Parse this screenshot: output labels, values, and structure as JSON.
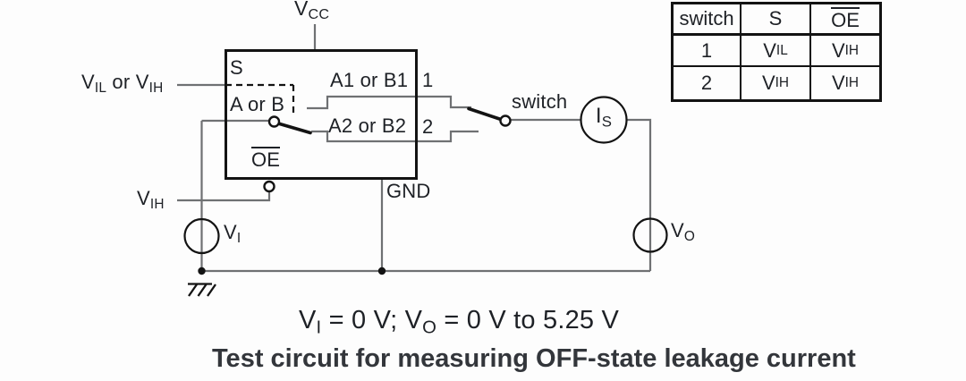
{
  "schematic": {
    "vcc": {
      "base": "V",
      "sub": "CC"
    },
    "s_pin": "S",
    "a_or_b": "A or B",
    "pin1_name": "A1 or B1",
    "pin1_number": "1",
    "pin2_name": "A2 or B2",
    "pin2_number": "2",
    "oe_pin": "OE",
    "gnd_pin": "GND",
    "vil_or_vih": {
      "v1": "V",
      "sub1": "IL",
      "mid": " or V",
      "sub2": "IH"
    },
    "vih": {
      "base": "V",
      "sub": "IH"
    },
    "switch_label": "switch",
    "is_source": {
      "base": "I",
      "sub": "S"
    },
    "vi_source": {
      "base": "V",
      "sub": "I"
    },
    "vo_source": {
      "base": "V",
      "sub": "O"
    }
  },
  "table": {
    "header": {
      "switch": "switch",
      "s": "S",
      "oe": "OE"
    },
    "rows": [
      {
        "num": "1",
        "s_base": "V",
        "s_sub": "IL",
        "oe_base": "V",
        "oe_sub": "IH"
      },
      {
        "num": "2",
        "s_base": "V",
        "s_sub": "IH",
        "oe_base": "V",
        "oe_sub": "IH"
      }
    ]
  },
  "conditions": {
    "p1": "V",
    "s1": "I",
    "p2": " = 0 V; V",
    "s2": "O",
    "p3": " = 0 V to 5.25 V"
  },
  "caption": "Test circuit for measuring OFF-state leakage current",
  "colors": {
    "wire": "#6f7173",
    "component": "#131313",
    "label_text": "#1e2126",
    "caption_text": "#33363b",
    "background": "#fdfdfd"
  }
}
